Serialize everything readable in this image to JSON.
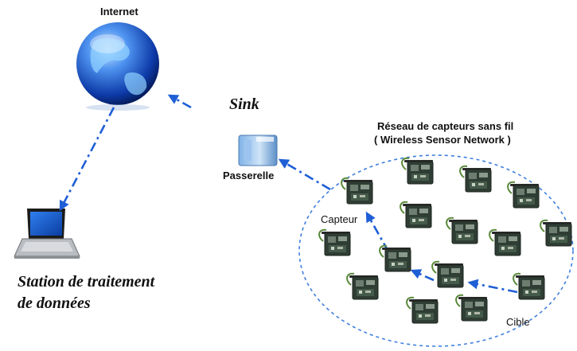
{
  "labels": {
    "internet": "Internet",
    "sink": "Sink",
    "passerelle": "Passerelle",
    "wsn_title_fr": "Réseau de capteurs sans fil",
    "wsn_title_en": "( Wireless Sensor Network )",
    "capteur": "Capteur",
    "cible": "Cible",
    "station_line1": "Station de traitement",
    "station_line2": "de données"
  },
  "icons": {
    "internet": "globe-icon",
    "gateway": "gateway-device-icon",
    "station": "laptop-icon",
    "sensor": "sensor-board-icon"
  },
  "colors": {
    "arrow": "#1f5fd6",
    "globe_dark": "#0b2c8a",
    "globe_light": "#6fb3ff",
    "cluster_border": "#3f7fe0",
    "board": "#3b4a3f"
  }
}
